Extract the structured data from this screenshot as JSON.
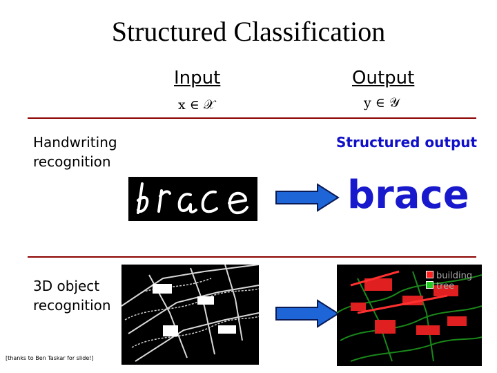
{
  "slide": {
    "title": "Structured Classification",
    "input_header": "Input",
    "output_header": "Output",
    "input_math": "x ∈ 𝒳",
    "output_math": "y ∈ 𝒴",
    "row1_label_line1": "Handwriting",
    "row1_label_line2": "recognition",
    "structured_output_label": "Structured output",
    "brace_output": "brace",
    "row2_label_line1": "3D object",
    "row2_label_line2": "recognition",
    "legend": [
      {
        "label": "building",
        "color": "#ff2020"
      },
      {
        "label": "tree",
        "color": "#22cc22"
      }
    ],
    "credit": "[thanks to Ben Taskar for slide!]"
  },
  "colors": {
    "rule": "#8b0000",
    "arrow": "#1e66d8",
    "output_text": "#1818cc"
  }
}
